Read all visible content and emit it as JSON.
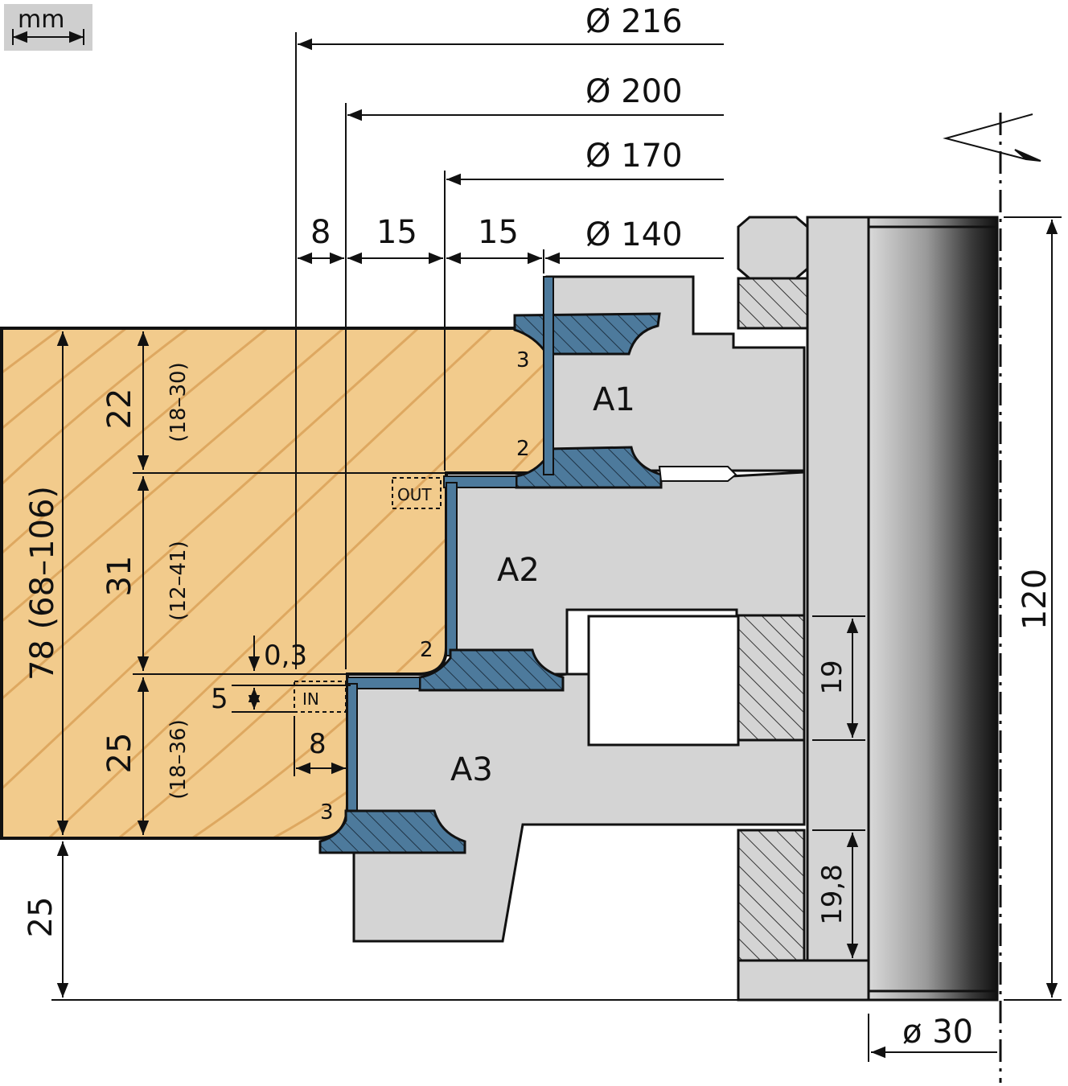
{
  "unit_label": "mm",
  "diameters": {
    "d216": "Ø 216",
    "d200": "Ø 200",
    "d170": "Ø 170",
    "d140": "Ø 140",
    "bore": "ø 30"
  },
  "top_widths": {
    "w1": "8",
    "w2": "15",
    "w3": "15"
  },
  "heights": {
    "total": "78 (68–106)",
    "bottom_offset": "25",
    "tool_height": "120",
    "collar_upper": "19",
    "collar_lower": "19,8"
  },
  "segments": {
    "s1": {
      "value": "22",
      "range": "(18–30)"
    },
    "s2": {
      "value": "31",
      "range": "(12–41)"
    },
    "s3": {
      "value": "25",
      "range": "(18–36)"
    }
  },
  "details": {
    "offset_small": "0,3",
    "step_height": "5",
    "step_width": "8",
    "out_label": "OUT",
    "in_label": "IN"
  },
  "knife_numbers": {
    "k1": "3",
    "k2": "2",
    "k3": "2",
    "k4": "3"
  },
  "cutter_labels": {
    "a1": "A1",
    "a2": "A2",
    "a3": "A3"
  },
  "colors": {
    "wood": "#f2cb8c",
    "wood_grain": "#dca55c",
    "steel": "#d4d4d4",
    "knife": "#4d7a9c",
    "line": "#111111"
  }
}
